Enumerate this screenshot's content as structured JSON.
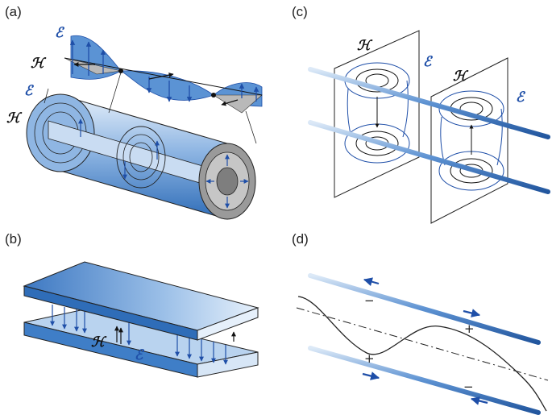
{
  "panels": {
    "a": {
      "label": "(a)",
      "e_symbol": "ℰ",
      "h_symbol": "ℋ",
      "e_symbol_2": "ℰ",
      "h_symbol_2": "ℋ"
    },
    "b": {
      "label": "(b)",
      "e_symbol": "ℰ",
      "h_symbol": "ℋ"
    },
    "c": {
      "label": "(c)",
      "e_symbol": "ℰ",
      "h_symbol": "ℋ",
      "e_symbol_2": "ℰ",
      "h_symbol_2": "ℋ"
    },
    "d": {
      "label": "(d)",
      "signs": [
        "−",
        "+",
        "+",
        "−"
      ]
    }
  },
  "colors": {
    "conductor_blue": "#3f7ec7",
    "conductor_light": "#d7e6f6",
    "field_blue": "#1f4fa8",
    "h_field_black": "#111111",
    "h_wave_gray": "#b9b9b9",
    "e_wave_blue": "#5b93d4"
  }
}
